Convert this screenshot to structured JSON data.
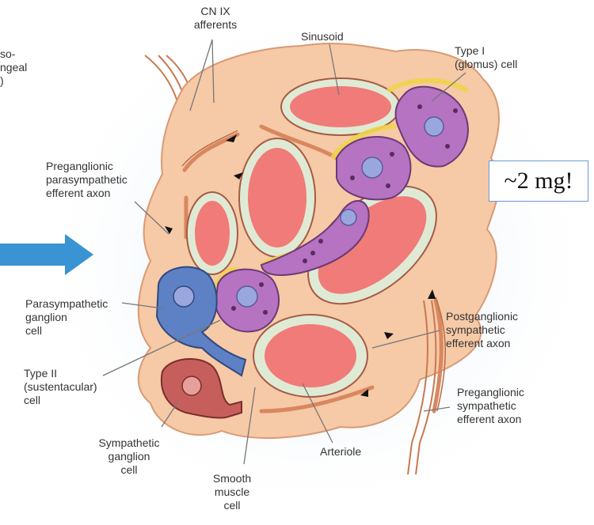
{
  "labels": {
    "cn9": "CN IX\nafferents",
    "sinusoid": "Sinusoid",
    "type1": "Type I\n(glomus) cell",
    "glosso_partial": "so-\nngeal\n)",
    "pregang_para": "Preganglionic\nparasympathetic\nefferent axon",
    "para_ganglion": "Parasympathetic\nganglion\ncell",
    "type2": "Type II\n(sustentacular)\ncell",
    "symp_ganglion": "Sympathetic\nganglion\ncell",
    "smooth_muscle": "Smooth\nmuscle\ncell",
    "arteriole": "Arteriole",
    "postgang_symp": "Postganglionic\nsympathetic\nefferent axon",
    "pregang_symp": "Preganglionic\nsympathetic\nefferent axon"
  },
  "callout": {
    "text": "~2 mg!"
  },
  "colors": {
    "stroma": "#f6c9a7",
    "halo": "#d9e8f5",
    "nerve": "#e9a27a",
    "sinusoid_fill": "#f07b78",
    "endothelium": "#dfead5",
    "glomus": "#b573c2",
    "glomus_nucleus": "#9aa7df",
    "parasympathetic_cell": "#5e80c4",
    "sympathetic_cell": "#c65f5b",
    "support_yellow": "#f1d44a",
    "arrow_blue": "#3a93d3"
  }
}
